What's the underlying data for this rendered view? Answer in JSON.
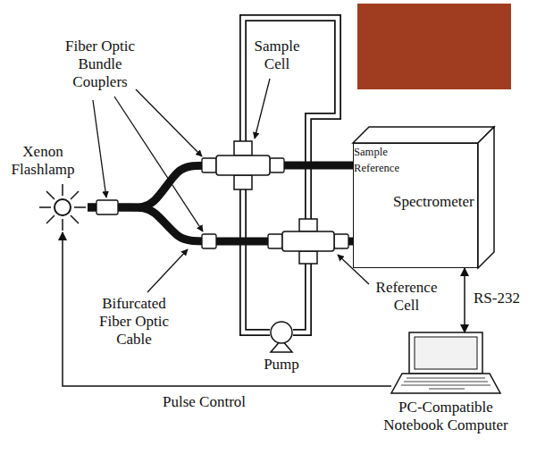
{
  "diagram": {
    "nodes": [
      {
        "text": [
          "Xenon Flashlamp"
        ]
      },
      {
        "text": [
          "Spectrometer",
          "Sample",
          "Reference"
        ]
      },
      {
        "text": [
          "PC-Compatible Notebook Computer"
        ]
      }
    ],
    "edges": [
      {
        "from": 0,
        "to": 1,
        "arrow": "none"
      },
      {
        "from": 0,
        "to": 1,
        "arrow": "none"
      },
      {
        "from": 1,
        "to": 2,
        "label": "RS-232",
        "arrow": "both"
      },
      {
        "from": 2,
        "to": 0,
        "label": "Pulse Control",
        "arrow": "to"
      }
    ],
    "labels": [
      "Fiber Optic Bundle Couplers",
      "Sample Cell",
      "Bifurcated Fiber Optic Cable",
      "Reference Cell",
      "Pump"
    ]
  }
}
